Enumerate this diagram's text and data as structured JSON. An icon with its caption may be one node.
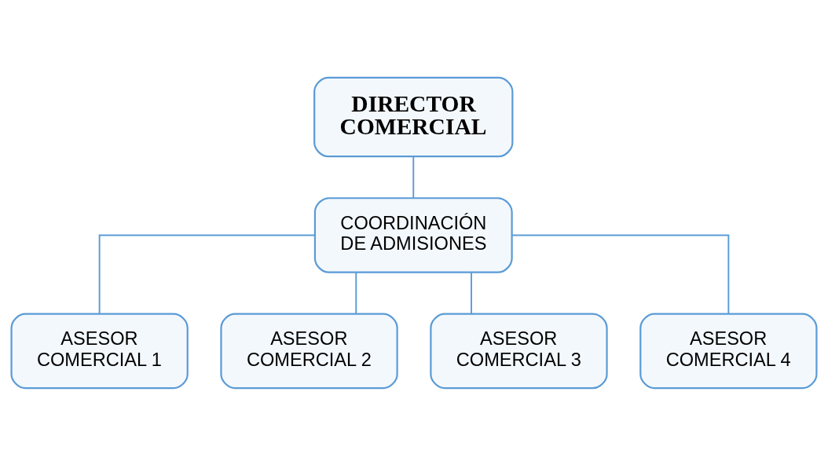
{
  "diagram": {
    "nodes": [
      {
        "text": [
          "DIRECTOR COMERCIAL"
        ]
      },
      {
        "text": [
          "COORDINACIÓN DE ADMISIONES"
        ]
      },
      {
        "text": [
          "ASESOR COMERCIAL 1"
        ]
      },
      {
        "text": [
          "ASESOR COMERCIAL 2"
        ]
      },
      {
        "text": [
          "ASESOR COMERCIAL 3"
        ]
      },
      {
        "text": [
          "ASESOR COMERCIAL 4"
        ]
      }
    ],
    "edges": [
      {
        "from": 0,
        "to": 1,
        "arrow": "none"
      },
      {
        "from": 1,
        "to": 2,
        "arrow": "none"
      },
      {
        "from": 1,
        "to": 3,
        "arrow": "none"
      },
      {
        "from": 1,
        "to": 4,
        "arrow": "none"
      },
      {
        "from": 1,
        "to": 5,
        "arrow": "none"
      }
    ]
  }
}
